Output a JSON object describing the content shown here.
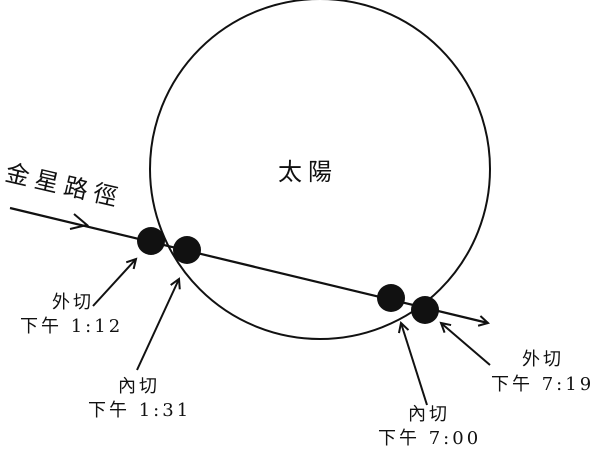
{
  "sun_label": "太陽",
  "path_label": "金星路徑",
  "contacts": [
    {
      "type": "外切",
      "time": "下午 1:12"
    },
    {
      "type": "內切",
      "time": "下午 1:31"
    },
    {
      "type": "內切",
      "time": "下午 7:00"
    },
    {
      "type": "外切",
      "time": "下午 7:19"
    }
  ],
  "colors": {
    "ink": "#111111",
    "background": "#ffffff"
  }
}
